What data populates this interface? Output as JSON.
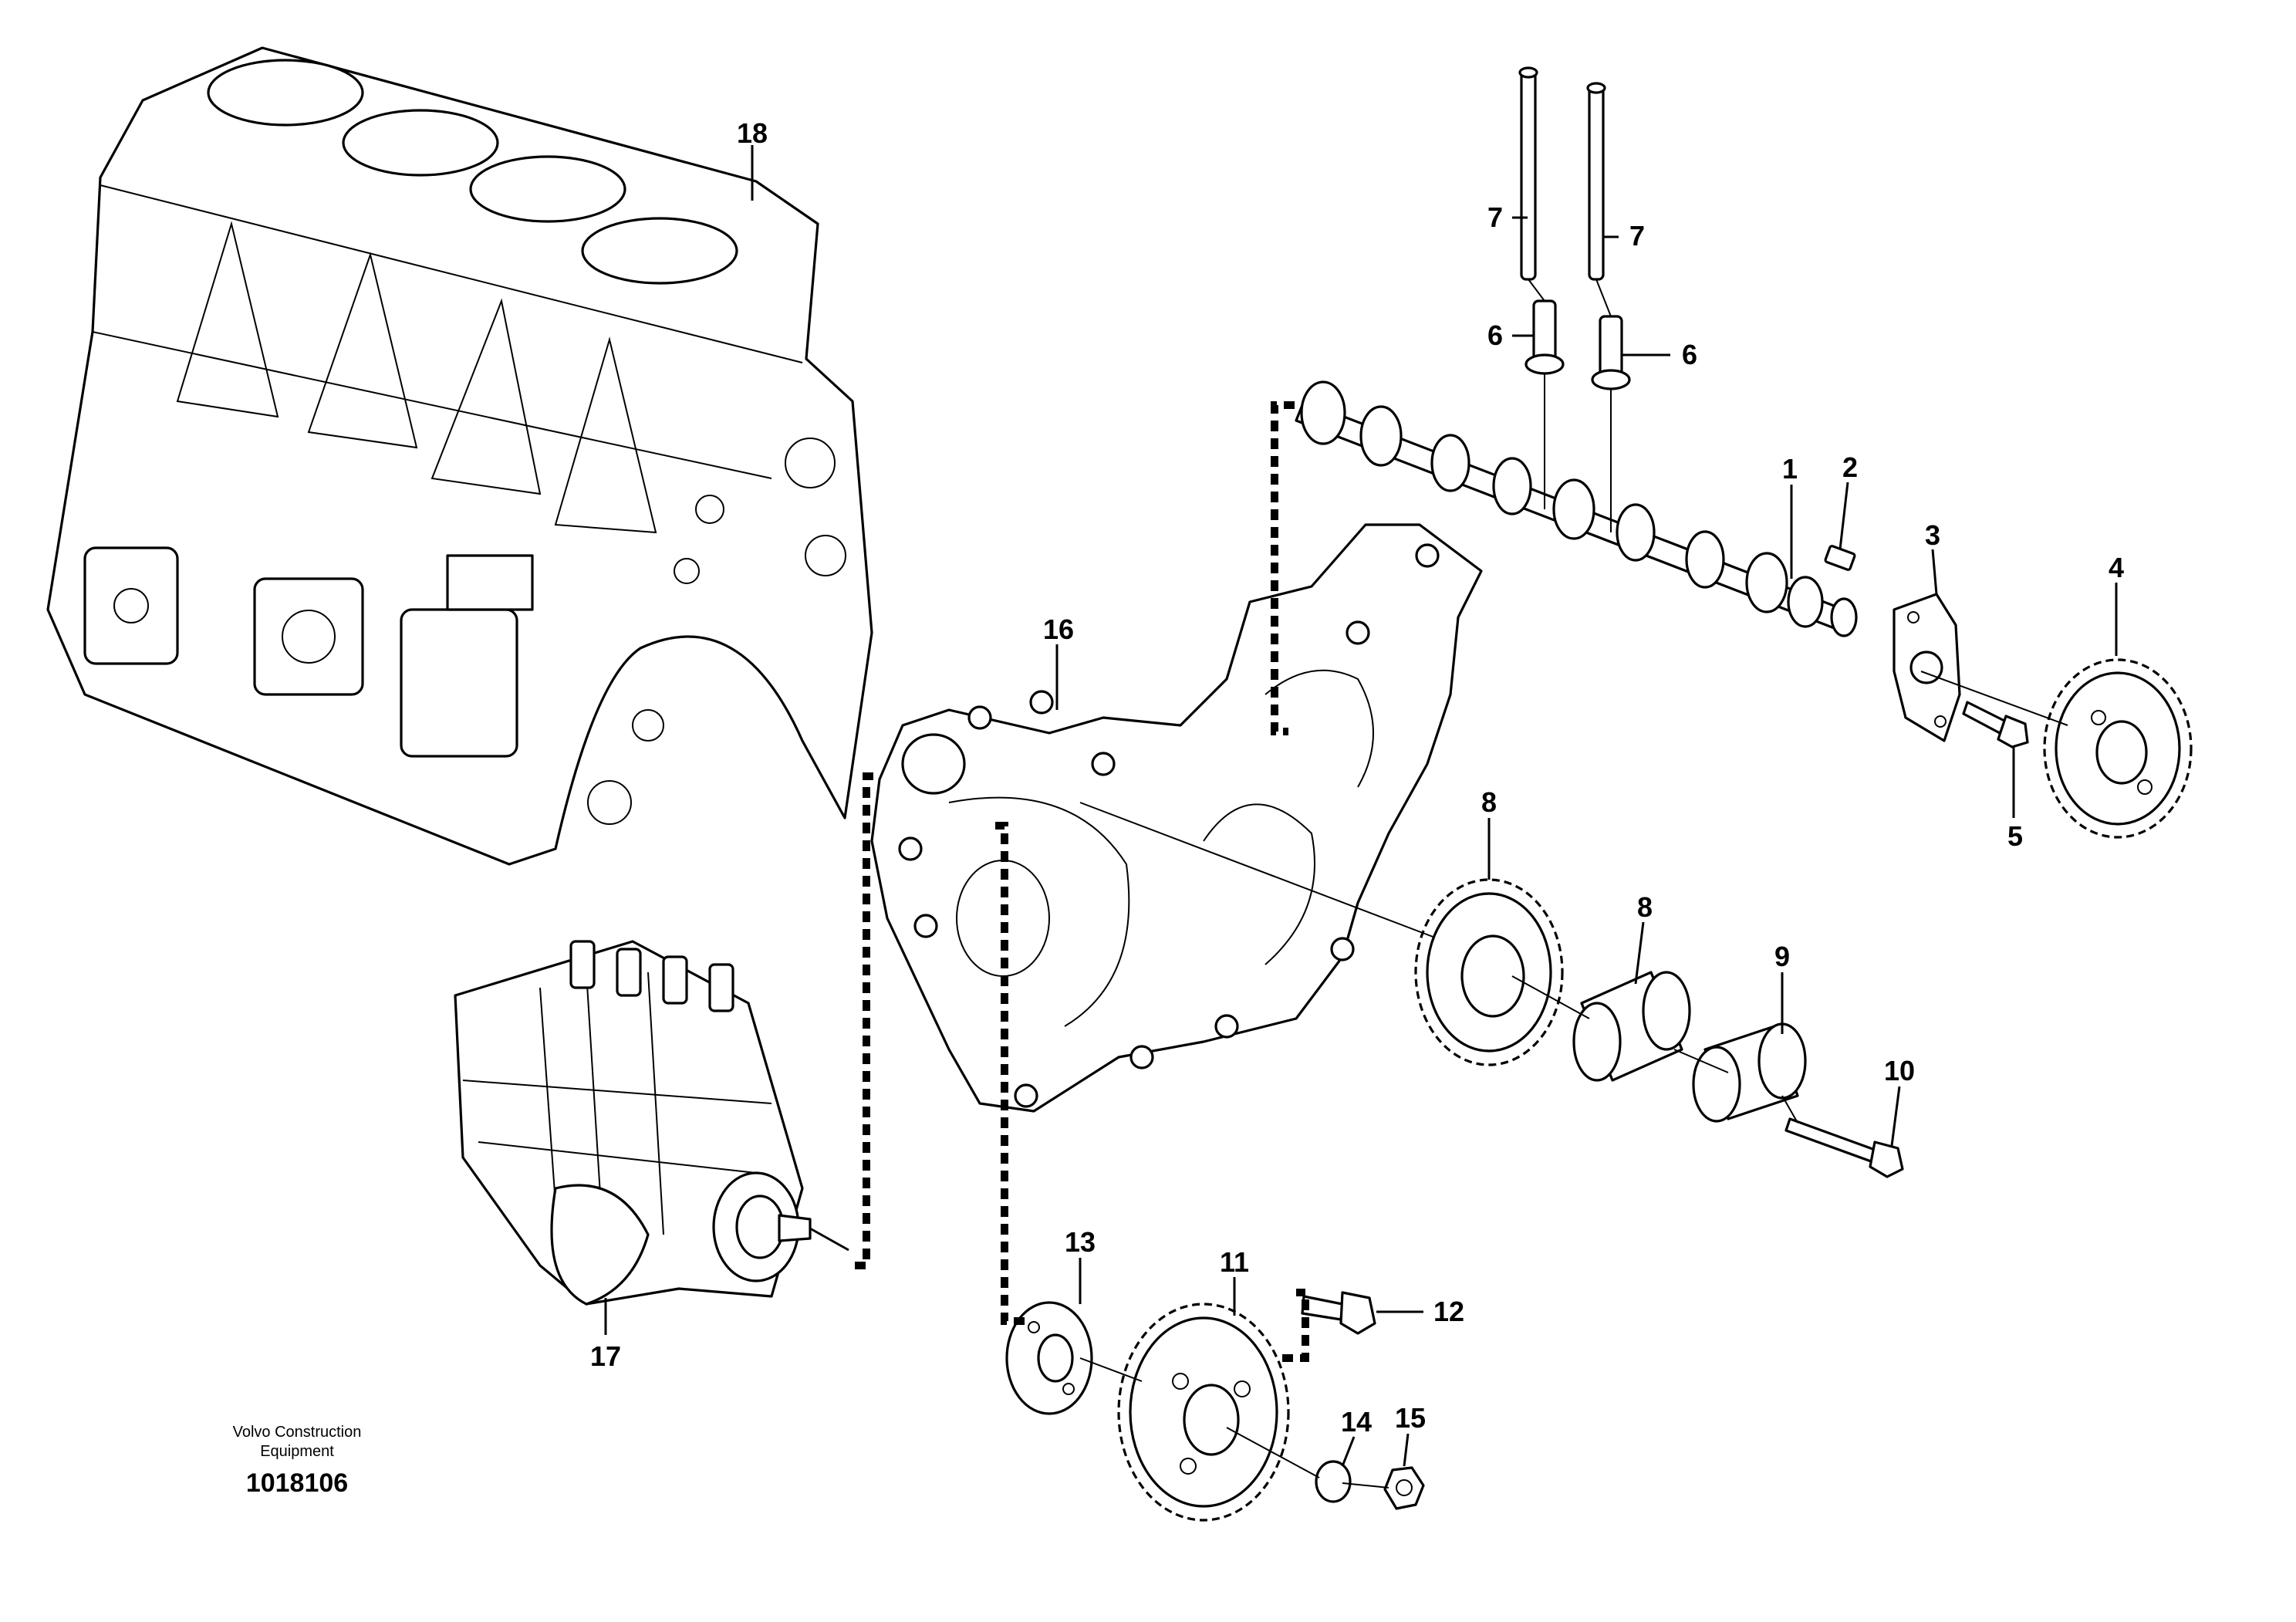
{
  "diagram": {
    "callouts": [
      "1",
      "2",
      "3",
      "4",
      "5",
      "6",
      "6",
      "7",
      "7",
      "8",
      "8",
      "9",
      "10",
      "11",
      "12",
      "13",
      "14",
      "15",
      "16",
      "17",
      "18"
    ],
    "footer": {
      "brand_line1": "Volvo Construction",
      "brand_line2": "Equipment",
      "drawing_number": "1018106"
    }
  }
}
